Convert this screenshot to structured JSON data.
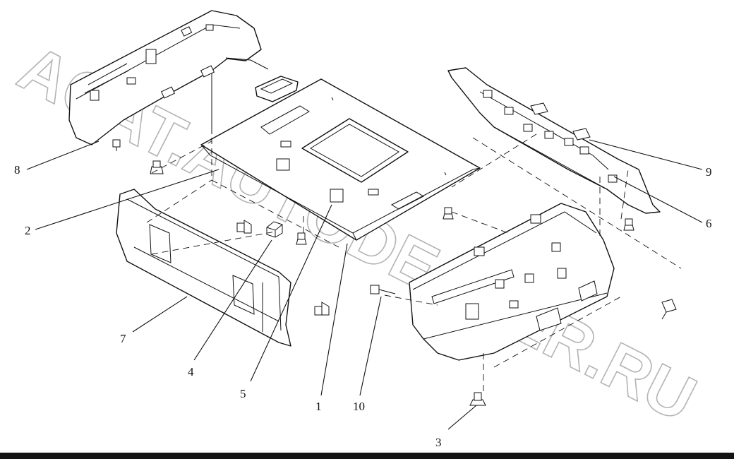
{
  "watermark": "ACAT.AUTODEALER.RU",
  "callouts": {
    "c1": "1",
    "c2": "2",
    "c3": "3",
    "c4": "4",
    "c5": "5",
    "c6": "6",
    "c7": "7",
    "c8": "8",
    "c9": "9",
    "c10": "10"
  },
  "colors": {
    "line": "#111111",
    "background": "#ffffff",
    "watermark": "#9a9a9a",
    "bottom_bar": "#141414"
  }
}
